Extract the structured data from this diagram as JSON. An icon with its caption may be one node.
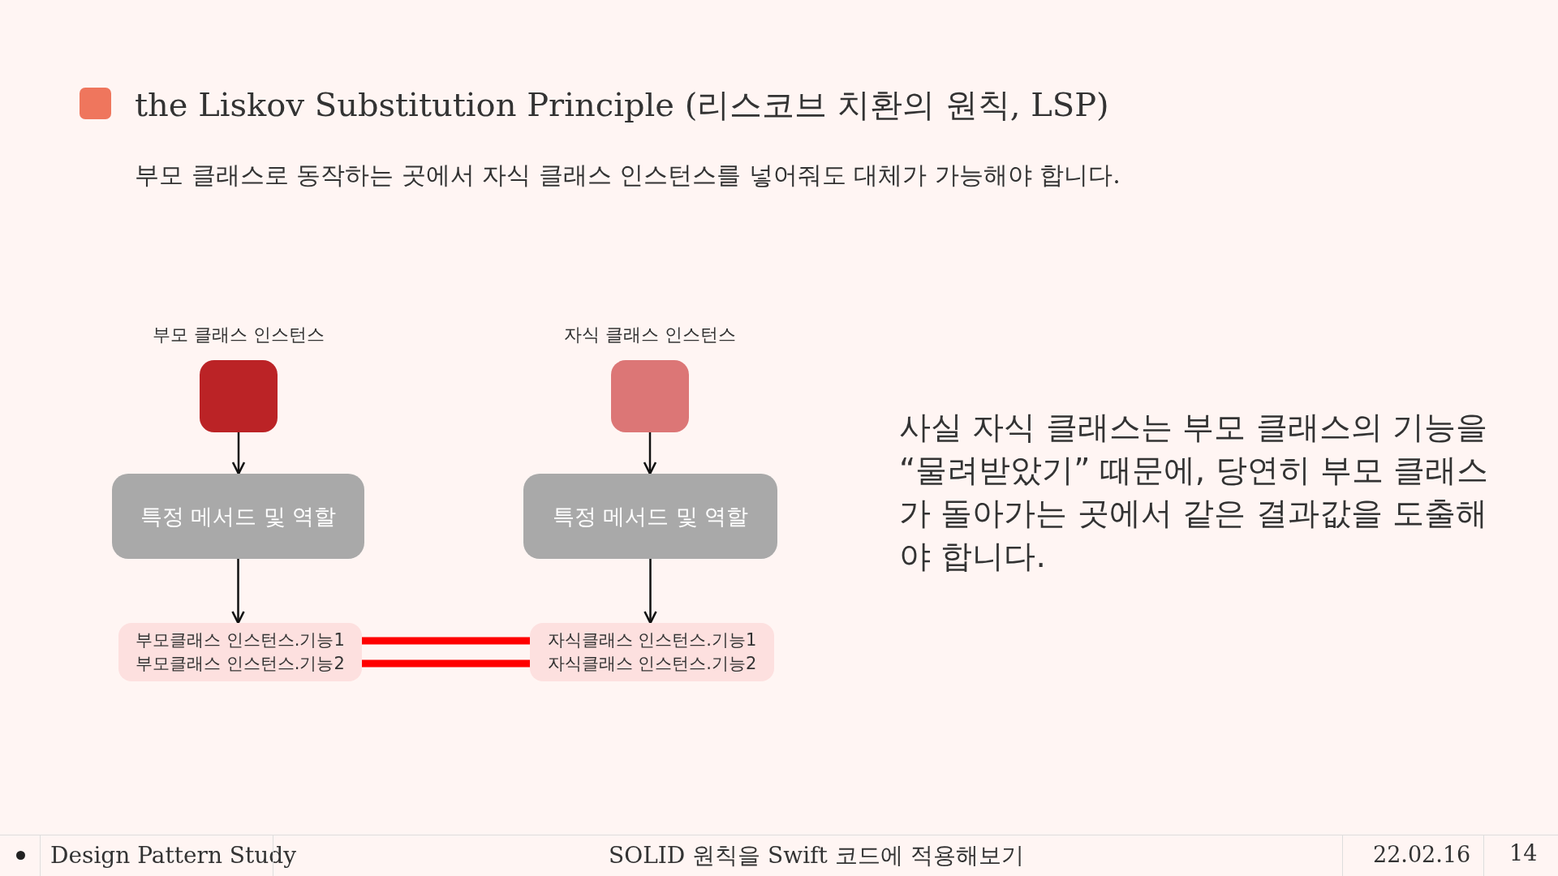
{
  "diagram": {
    "title": "the Liskov Substitution Principle (리스코브 치환의 원칙, LSP)",
    "nodes": [
      {
        "text": [
          "부모 클래스 인스턴스"
        ]
      },
      {
        "text": [
          "특정 메서드 및 역할"
        ]
      },
      {
        "text": [
          "부모클래스 인스턴스.기능1",
          "부모클래스 인스턴스.기능2"
        ]
      },
      {
        "text": [
          "자식 클래스 인스턴스"
        ]
      },
      {
        "text": [
          "특정 메서드 및 역할"
        ]
      },
      {
        "text": [
          "자식클래스 인스턴스.기능1",
          "자식클래스 인스턴스.기능2"
        ]
      }
    ],
    "edges": [
      {
        "from": 0,
        "to": 1,
        "arrow": "to"
      },
      {
        "from": 1,
        "to": 2,
        "arrow": "to"
      },
      {
        "from": 3,
        "to": 4,
        "arrow": "to"
      },
      {
        "from": 4,
        "to": 5,
        "arrow": "to"
      },
      {
        "from": 2,
        "to": 5,
        "arrow": "none",
        "style": "thick",
        "color": "#ff0000"
      }
    ],
    "labels": [
      "부모 클래스로 동작하는 곳에서 자식 클래스 인스턴스를 넣어줘도 대체가 가능해야 합니다.",
      "사실 자식 클래스는 부모 클래스의 기능을 “물려받았기” 때문에, 당연히 부모 클래스가 돌아가는 곳에서 같은 결과값을 도출해야 합니다.",
      "Design Pattern Study",
      "SOLID 원칙을 Swift 코드에 적용해보기",
      "22.02.16",
      "14"
    ]
  }
}
